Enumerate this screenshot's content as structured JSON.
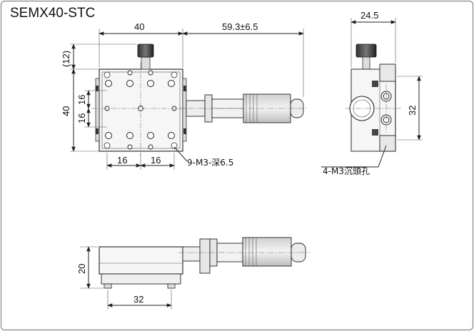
{
  "drawing": {
    "model": "SEMX40-STC",
    "frame_color": "#888888",
    "top_view": {
      "dim_width": "40",
      "dim_travel": "59.3±6.5",
      "dim_offset": "(12)",
      "dim_height": "40",
      "dim_pitch_v1": "16",
      "dim_pitch_v2": "16",
      "dim_pitch_h1": "16",
      "dim_pitch_h2": "16",
      "hole_note": "9-M3-深6.5"
    },
    "side_view": {
      "dim_width": "24.5",
      "dim_spacing": "32",
      "hole_note": "4-M3沉頭孔"
    },
    "front_view": {
      "dim_height": "20",
      "dim_spacing": "32"
    }
  }
}
